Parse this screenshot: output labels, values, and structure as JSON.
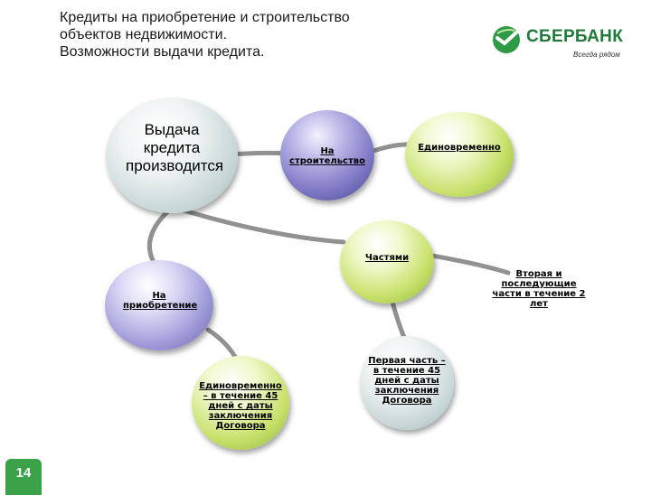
{
  "title": "Кредиты на приобретение и строительство\nобъектов недвижимости.\nВозможности выдачи кредита.",
  "logo": {
    "name": "СБЕРБАНК",
    "slogan": "Всегда рядом"
  },
  "colors": {
    "brand_green": "#1f7a3c",
    "slide_badge": "#3ca24a"
  },
  "nodes": {
    "root": "Выдача кредита производится",
    "construction": "На строительство",
    "lump_sum_construction": "Единовременно",
    "parts": "Частями",
    "later_parts": "Вторая и последующие части в течение 2 лет",
    "purchase": "На приобретение",
    "lump_sum_purchase": "Единовременно – в течение 45 дней с даты заключения Договора",
    "first_part": "Первая часть – в течение 45 дней с даты заключения Договора"
  },
  "slide_number": "14"
}
